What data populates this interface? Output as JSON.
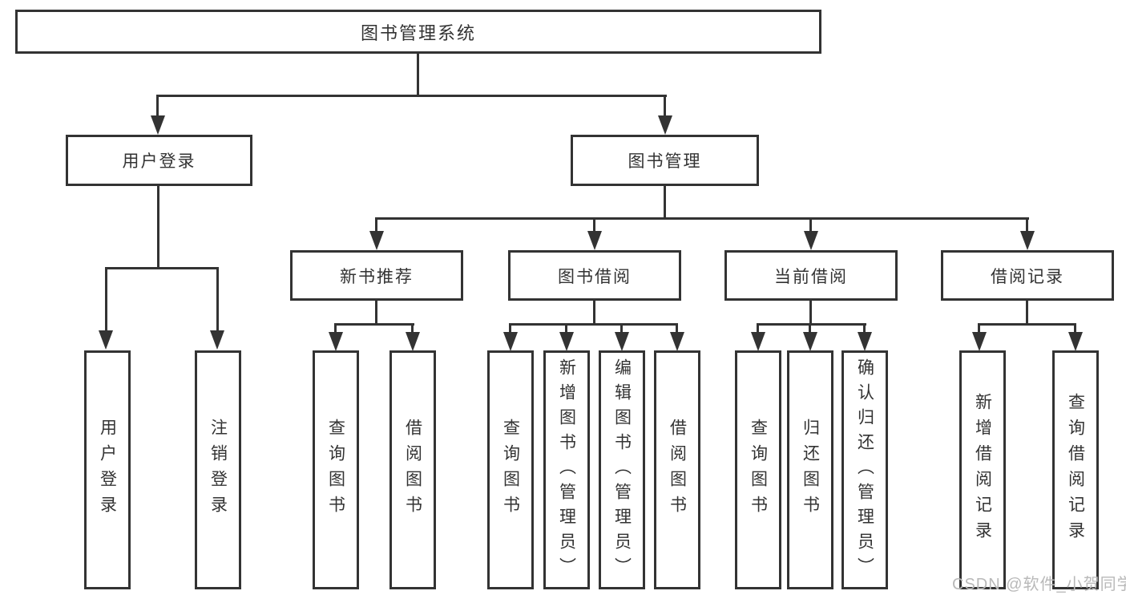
{
  "type": "hierarchy-diagram",
  "colors": {
    "line": "#333333",
    "text": "#333333",
    "box_background": "#ffffff",
    "watermark": "#b9b9b9"
  },
  "watermark": {
    "text": "CSDN @软件_小贺同学"
  },
  "diagram": {
    "root": "图书管理系统",
    "children": [
      {
        "label": "用户登录",
        "children": [
          "用户登录",
          "注销登录"
        ]
      },
      {
        "label": "图书管理",
        "children": [
          {
            "label": "新书推荐",
            "children": [
              "查询图书",
              "借阅图书"
            ]
          },
          {
            "label": "图书借阅",
            "children": [
              "查询图书",
              "新增图书（管理员）",
              "编辑图书（管理员）",
              "借阅图书"
            ]
          },
          {
            "label": "当前借阅",
            "children": [
              "查询图书",
              "归还图书",
              "确认归还（管理员）"
            ]
          },
          {
            "label": "借阅记录",
            "children": [
              "新增借阅记录",
              "查询借阅记录"
            ]
          }
        ]
      }
    ]
  }
}
